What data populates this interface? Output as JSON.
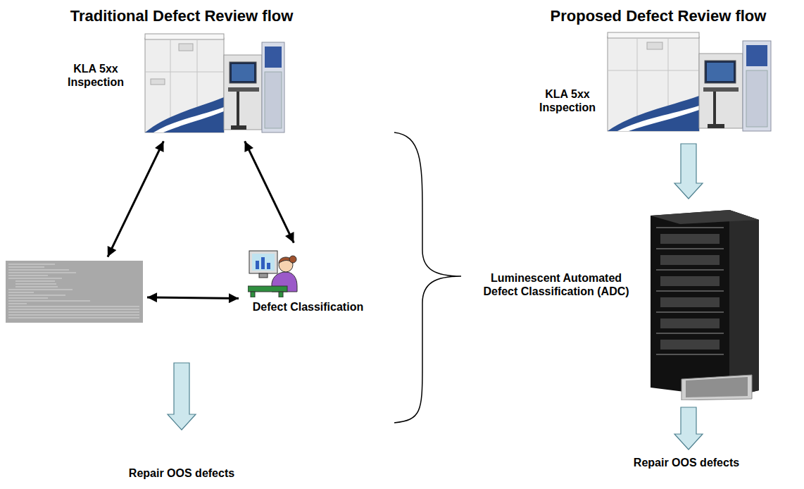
{
  "diagram": {
    "nodes": [
      {
        "text": [
          "KLA 5xx Inspection"
        ]
      },
      {
        "text": []
      },
      {
        "text": [
          "Defect Classification"
        ]
      },
      {
        "text": [
          "Repair OOS defects"
        ]
      },
      {
        "text": [
          "KLA 5xx Inspection"
        ]
      },
      {
        "text": [
          "Luminescent Automated Defect Classification (ADC)"
        ]
      },
      {
        "text": [
          "Repair OOS defects"
        ]
      }
    ],
    "edges": [
      {
        "from": 0,
        "to": 1,
        "arrow": "both"
      },
      {
        "from": 0,
        "to": 2,
        "arrow": "both"
      },
      {
        "from": 1,
        "to": 2,
        "arrow": "both"
      },
      {
        "from": 2,
        "to": 3,
        "arrow": "to"
      },
      {
        "from": 4,
        "to": 5,
        "arrow": "to"
      },
      {
        "from": 5,
        "to": 6,
        "arrow": "to"
      }
    ],
    "labels": [
      "Traditional Defect Review flow",
      "Proposed Defect Review flow"
    ]
  }
}
